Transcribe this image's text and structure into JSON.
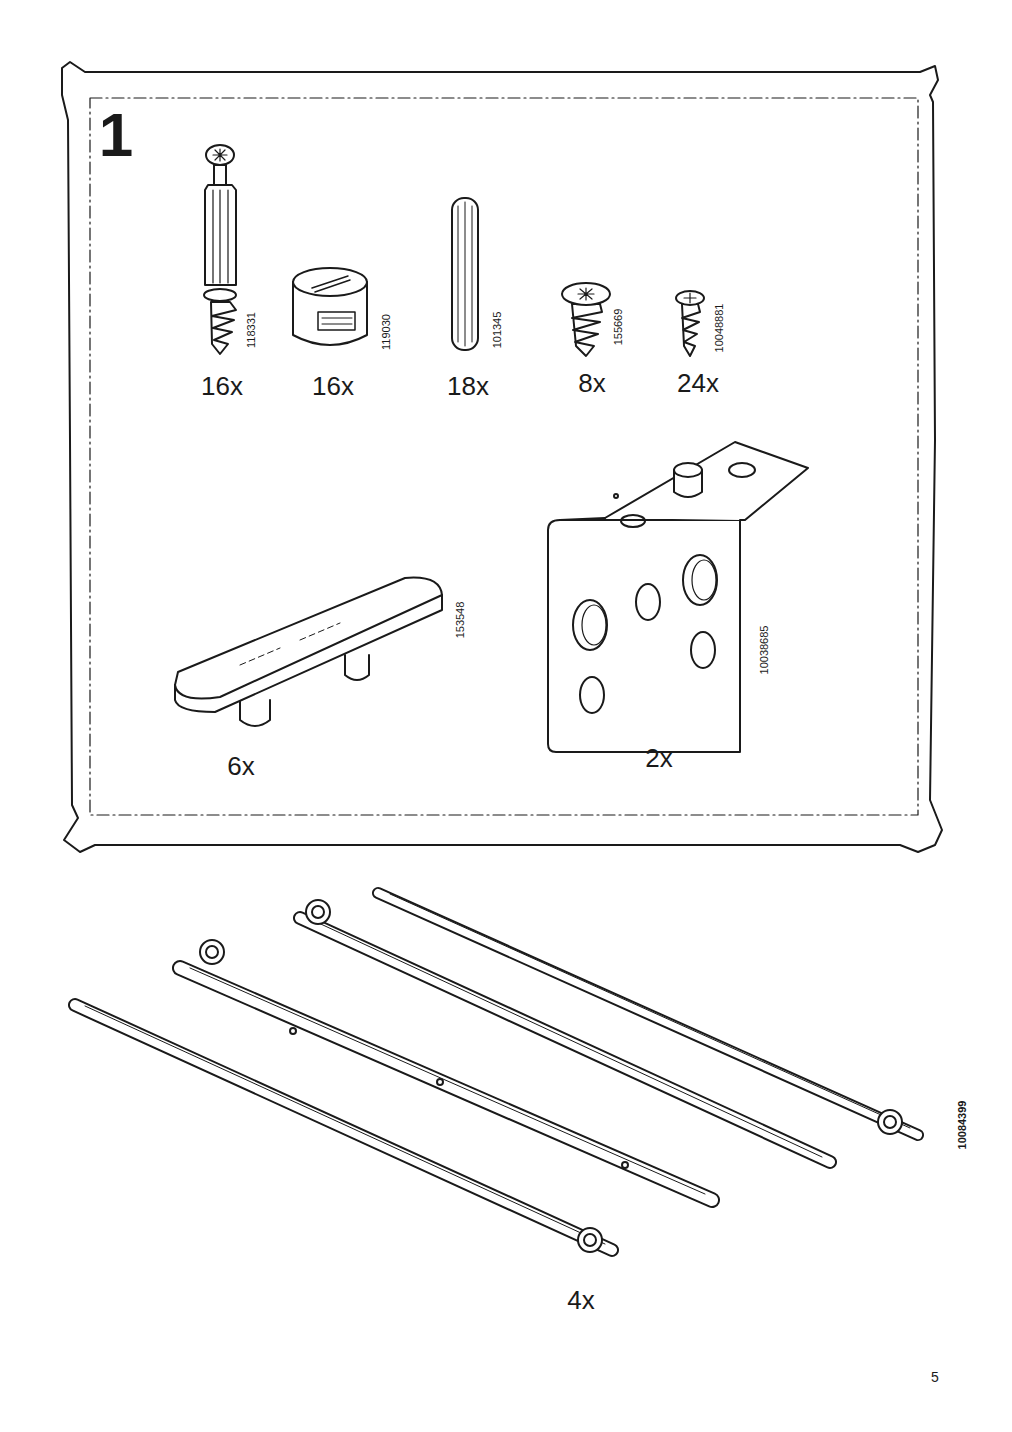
{
  "diagram": {
    "labels": [
      "1",
      "118331",
      "16x",
      "119030",
      "16x",
      "101345",
      "18x",
      "155669",
      "8x",
      "10048881",
      "24x",
      "153548",
      "6x",
      "10038685",
      "2x",
      "10084399",
      "4x",
      "5"
    ]
  }
}
